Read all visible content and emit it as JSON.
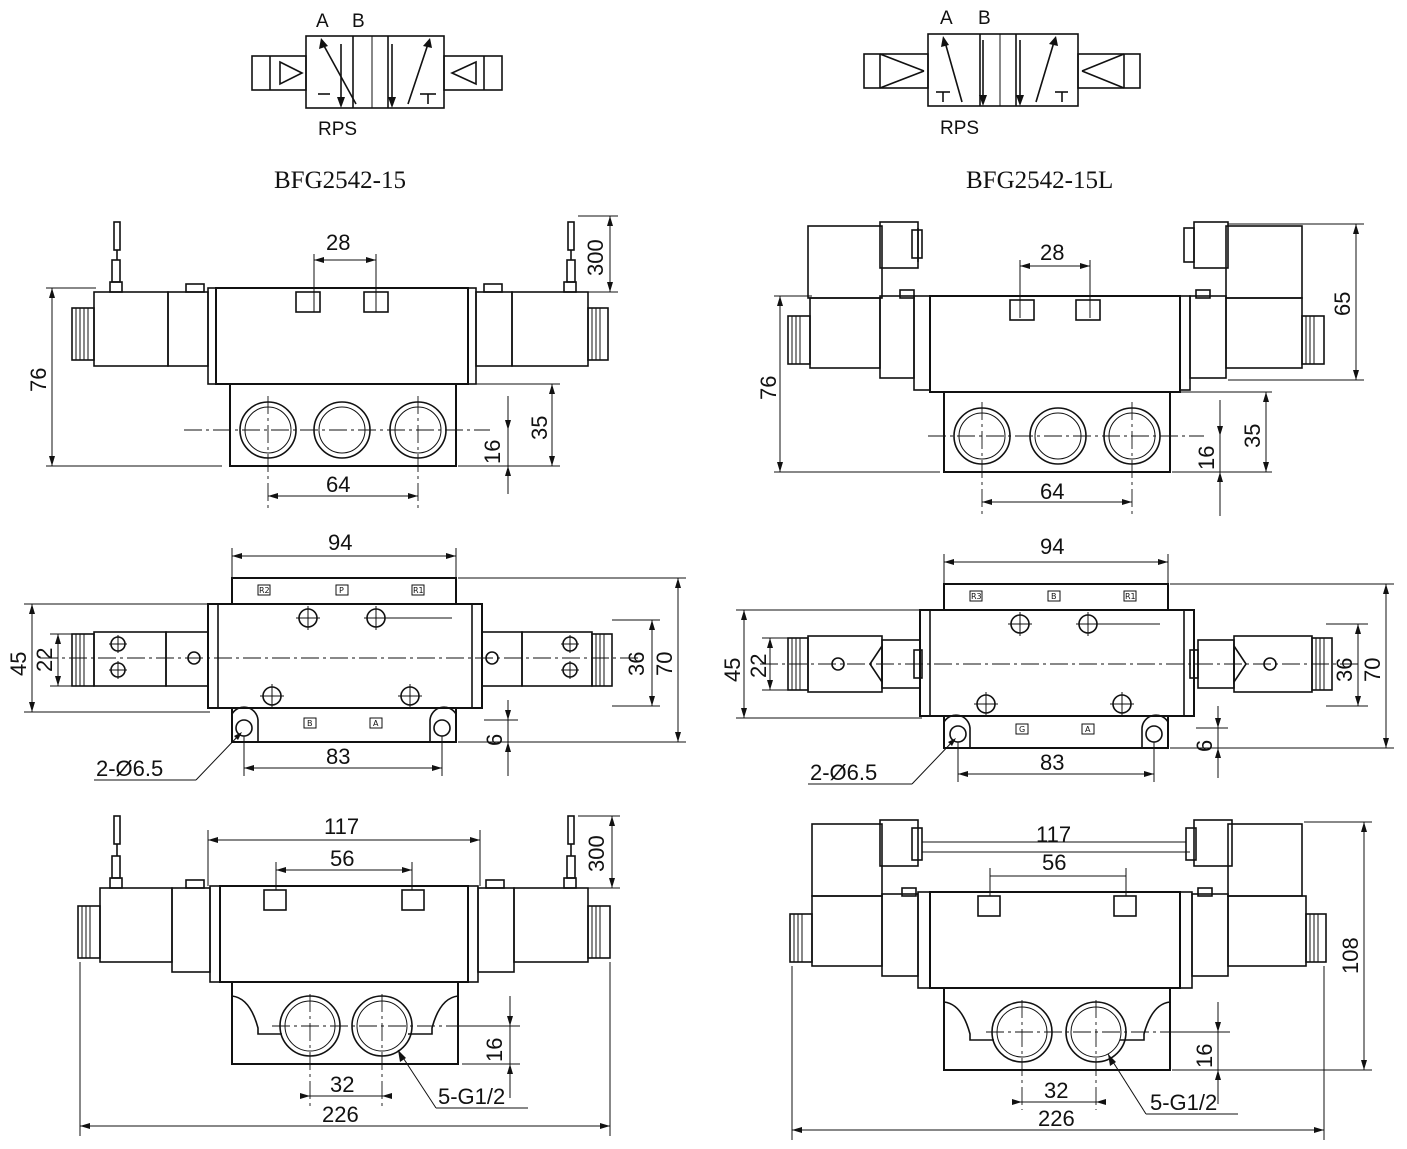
{
  "left": {
    "symbol": {
      "port_a": "A",
      "port_b": "B",
      "ports_bottom": "RPS"
    },
    "model": "BFG2542-15",
    "front": {
      "top_spacing": "28",
      "cable": "300",
      "height": "76",
      "base_h": "35",
      "port_h": "16",
      "port_pitch": "64"
    },
    "top": {
      "width_body": "94",
      "height_body": "45",
      "height_coil": "22",
      "height_36": "36",
      "height_70": "70",
      "foot": "6",
      "mount": "83",
      "holes": "2-Ø6.5",
      "labels": [
        "R2",
        "P",
        "R1",
        "B",
        "A"
      ]
    },
    "bottom": {
      "length_117": "117",
      "spacing_56": "56",
      "cable": "300",
      "port_h": "16",
      "port_pitch": "32",
      "total": "226",
      "ports": "5-G1/2"
    }
  },
  "right": {
    "symbol": {
      "port_a": "A",
      "port_b": "B",
      "ports_bottom": "RPS"
    },
    "model": "BFG2542-15L",
    "front": {
      "top_spacing": "28",
      "coil_h": "65",
      "height": "76",
      "base_h": "35",
      "port_h": "16",
      "port_pitch": "64"
    },
    "top": {
      "width_body": "94",
      "height_body": "45",
      "height_coil": "22",
      "height_36": "36",
      "height_70": "70",
      "foot": "6",
      "mount": "83",
      "holes": "2-Ø6.5",
      "labels": [
        "R3",
        "B",
        "R1",
        "G",
        "A"
      ]
    },
    "bottom": {
      "length_117": "117",
      "spacing_56": "56",
      "height_108": "108",
      "port_h": "16",
      "port_pitch": "32",
      "total": "226",
      "ports": "5-G1/2"
    }
  }
}
